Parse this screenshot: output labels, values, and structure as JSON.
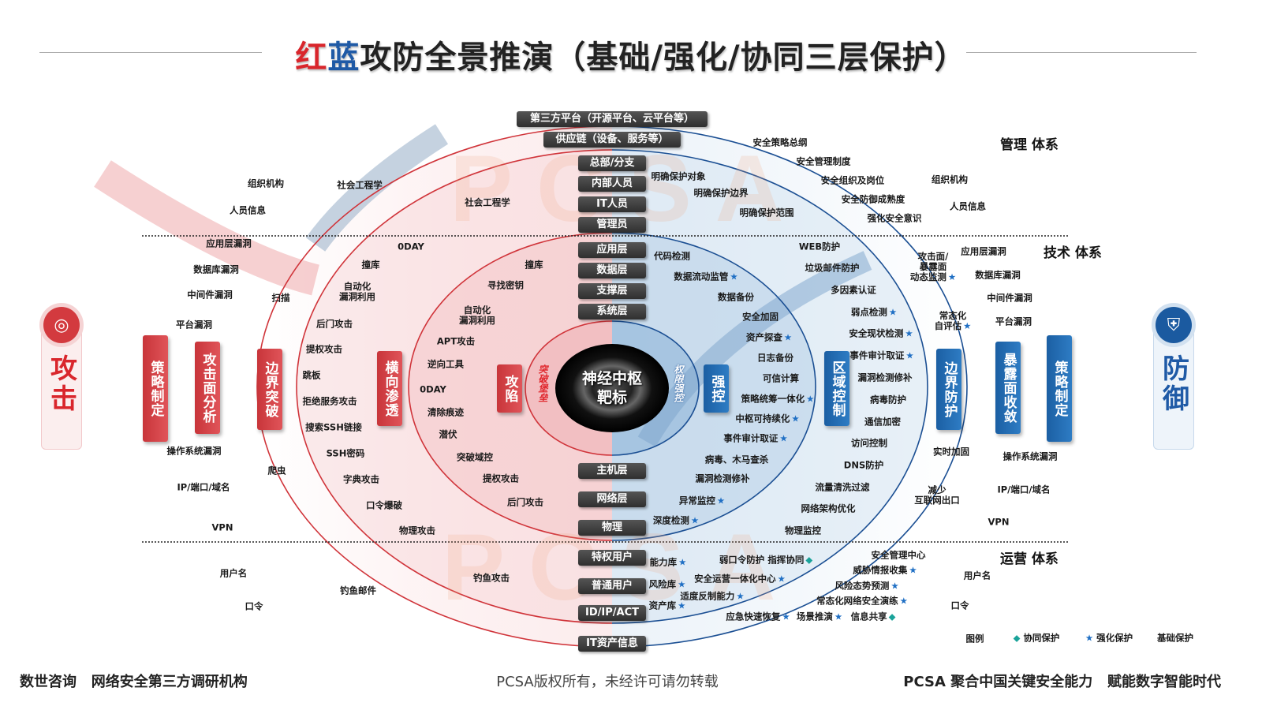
{
  "title": {
    "red": "红",
    "blue": "蓝",
    "rest": "攻防全景推演（基础/强化/协同三层保护）"
  },
  "watermark": "PCSA",
  "center": {
    "line1": "神经中枢",
    "line2": "靶标",
    "left_ring": "突破堡垒",
    "right_ring": "权限强控"
  },
  "side": {
    "attack": "攻击",
    "defense": "防御",
    "attack_icon": "target-icon",
    "defense_icon": "shield-icon"
  },
  "sections": {
    "management": "管理 体系",
    "technology": "技术 体系",
    "operations": "运营 体系"
  },
  "layers": [
    "第三方平台（开源平台、云平台等）",
    "供应链（设备、服务等）",
    "总部/分支",
    "内部人员",
    "IT人员",
    "管理员",
    "应用层",
    "数据层",
    "支撑层",
    "系统层",
    "主机层",
    "网络层",
    "物理",
    "特权用户",
    "普通用户",
    "ID/IP/ACT",
    "IT资产信息"
  ],
  "attack_stages": [
    "策略制定",
    "攻击面分析",
    "边界突破",
    "横向渗透",
    "攻陷"
  ],
  "defense_stages": [
    "强控",
    "区域控制",
    "边界防护",
    "暴露面收敛",
    "策略制定"
  ],
  "attack_labels": [
    "组织机构",
    "社会工程学",
    "人员信息",
    "社会工程学",
    "应用层漏洞",
    "0DAY",
    "数据库漏洞",
    "撞库",
    "撞库",
    "中间件漏洞",
    "扫描",
    "自动化\n漏洞利用",
    "寻找密钥",
    "平台漏洞",
    "后门攻击",
    "自动化\n漏洞利用",
    "提权攻击",
    "APT攻击",
    "跳板",
    "逆向工具",
    "拒绝服务攻击",
    "0DAY",
    "清除痕迹",
    "搜索SSH链接",
    "潜伏",
    "操作系统漏洞",
    "SSH密码",
    "突破域控",
    "爬虫",
    "字典攻击",
    "提权攻击",
    "IP/端口/域名",
    "口令爆破",
    "后门攻击",
    "VPN",
    "物理攻击",
    "用户名",
    "钓鱼攻击",
    "钓鱼邮件",
    "口令"
  ],
  "defense_labels": [
    {
      "t": "安全策略总纲"
    },
    {
      "t": "安全管理制度"
    },
    {
      "t": "明确保护对象"
    },
    {
      "t": "安全组织及岗位"
    },
    {
      "t": "组织机构"
    },
    {
      "t": "明确保护边界"
    },
    {
      "t": "安全防御成熟度"
    },
    {
      "t": "人员信息"
    },
    {
      "t": "明确保护范围"
    },
    {
      "t": "强化安全意识"
    },
    {
      "t": "WEB防护"
    },
    {
      "t": "应用层漏洞"
    },
    {
      "t": "代码检测"
    },
    {
      "t": "攻击面/\n暴露面\n动态监测",
      "m": "star"
    },
    {
      "t": "垃圾邮件防护"
    },
    {
      "t": "数据库漏洞"
    },
    {
      "t": "数据流动监管",
      "m": "star"
    },
    {
      "t": "多因素认证"
    },
    {
      "t": "数据备份"
    },
    {
      "t": "中间件漏洞"
    },
    {
      "t": "弱点检测",
      "m": "star"
    },
    {
      "t": "常态化\n自评估",
      "m": "star"
    },
    {
      "t": "安全加固"
    },
    {
      "t": "平台漏洞"
    },
    {
      "t": "资产探查",
      "m": "star"
    },
    {
      "t": "安全现状检测",
      "m": "star"
    },
    {
      "t": "日志备份"
    },
    {
      "t": "事件审计取证",
      "m": "star"
    },
    {
      "t": "可信计算"
    },
    {
      "t": "漏洞检测修补"
    },
    {
      "t": "策略统筹一体化",
      "m": "star"
    },
    {
      "t": "病毒防护"
    },
    {
      "t": "中枢可持续化",
      "m": "star"
    },
    {
      "t": "通信加密"
    },
    {
      "t": "事件审计取证",
      "m": "star"
    },
    {
      "t": "访问控制"
    },
    {
      "t": "实时加固"
    },
    {
      "t": "操作系统漏洞"
    },
    {
      "t": "病毒、木马查杀"
    },
    {
      "t": "DNS防护"
    },
    {
      "t": "漏洞检测修补"
    },
    {
      "t": "流量清洗过滤"
    },
    {
      "t": "减少\n互联网出口"
    },
    {
      "t": "IP/端口/域名"
    },
    {
      "t": "异常监控",
      "m": "star"
    },
    {
      "t": "网络架构优化"
    },
    {
      "t": "VPN"
    },
    {
      "t": "深度检测",
      "m": "star"
    },
    {
      "t": "物理监控"
    },
    {
      "t": "能力库",
      "m": "star"
    },
    {
      "t": "弱口令防护 指挥协同",
      "m": "diamond"
    },
    {
      "t": "安全管理中心"
    },
    {
      "t": "风险库",
      "m": "star"
    },
    {
      "t": "安全运营一体化中心",
      "m": "star"
    },
    {
      "t": "威胁情报收集",
      "m": "star"
    },
    {
      "t": "用户名"
    },
    {
      "t": "适度反制能力",
      "m": "star"
    },
    {
      "t": "风险态势预测",
      "m": "star"
    },
    {
      "t": "资产库",
      "m": "star"
    },
    {
      "t": "常态化网络安全演练",
      "m": "star"
    },
    {
      "t": "口令"
    },
    {
      "t": "应急快速恢复",
      "m": "star"
    },
    {
      "t": "场景推演",
      "m": "star"
    },
    {
      "t": "信息共享",
      "m": "diamond"
    }
  ],
  "legend": {
    "title": "图例",
    "collab": "协同保护",
    "enhanced": "强化保护",
    "basic": "基础保护"
  },
  "footer": {
    "left": "数世咨询   网络安全第三方调研机构",
    "center": "PCSA版权所有，未经许可请勿转载",
    "right": "PCSA 聚合中国关键安全能力   赋能数字智能时代"
  },
  "colors": {
    "red": "#d9262c",
    "blue": "#1f5aa6",
    "star": "#1f6fc4",
    "diamond": "#1aa39a"
  }
}
